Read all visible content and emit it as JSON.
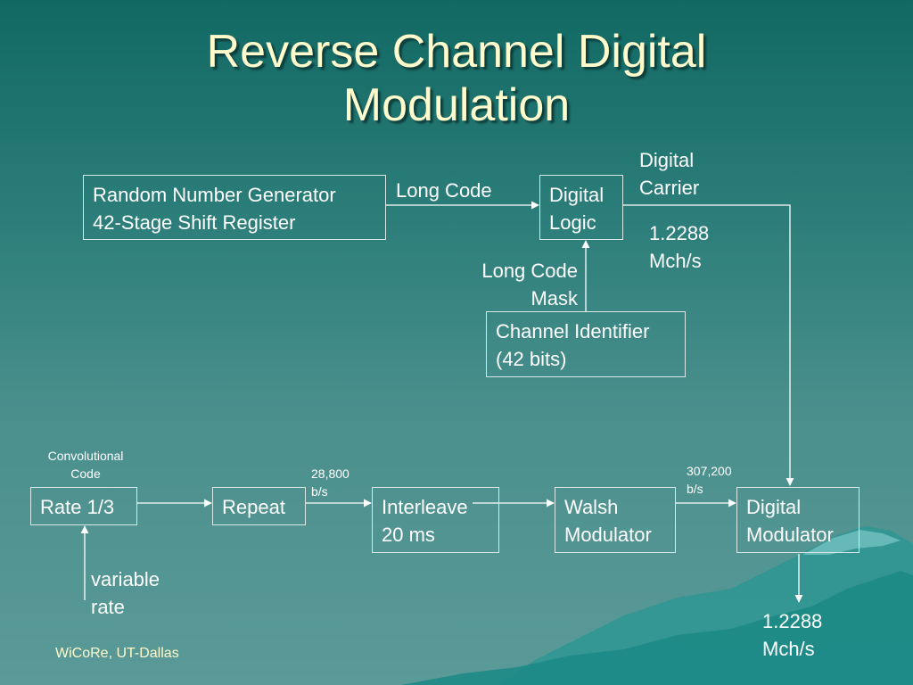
{
  "slide": {
    "title_line1": "Reverse Channel Digital",
    "title_line2": "Modulation",
    "footer": "WiCoRe, UT-Dallas"
  },
  "colors": {
    "background_top": "#116863",
    "background_bottom": "#5a9a98",
    "title": "#fffbcc",
    "lines": "#ffffff",
    "mountain": "#3aa3a0"
  },
  "blocks": {
    "rng": {
      "line1": "Random Number Generator",
      "line2": "42-Stage Shift Register"
    },
    "digital_logic": {
      "line1": "Digital",
      "line2": "Logic"
    },
    "channel_identifier": {
      "line1": "Channel Identifier",
      "line2": "(42 bits)"
    },
    "rate": {
      "line1": "Rate 1/3"
    },
    "repeat": {
      "line1": "Repeat"
    },
    "interleave": {
      "line1": "Interleave",
      "line2": "20 ms"
    },
    "walsh": {
      "line1": "Walsh",
      "line2": "Modulator"
    },
    "digital_modulator": {
      "line1": "Digital",
      "line2": "Modulator"
    }
  },
  "labels": {
    "long_code": "Long Code",
    "digital_carrier_line1": "Digital",
    "digital_carrier_line2": "Carrier",
    "chip_rate_top_line1": "1.2288",
    "chip_rate_top_line2": "Mch/s",
    "long_code_mask_line1": "Long Code",
    "long_code_mask_line2": "Mask",
    "convolutional_code_line1": "Convolutional",
    "convolutional_code_line2": "Code",
    "rate_28800_line1": "28,800",
    "rate_28800_line2": "b/s",
    "rate_307200_line1": "307,200",
    "rate_307200_line2": "b/s",
    "variable_rate_line1": "variable",
    "variable_rate_line2": "rate",
    "chip_rate_bottom_line1": "1.2288",
    "chip_rate_bottom_line2": "Mch/s"
  }
}
